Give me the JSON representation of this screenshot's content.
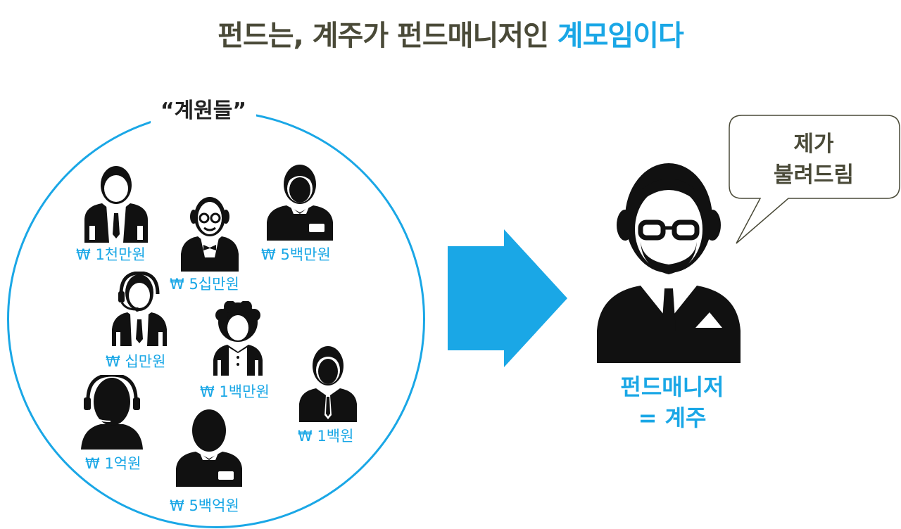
{
  "title": {
    "main": "펀드는, 계주가 펀드매니저인 ",
    "highlight": "계모임이다"
  },
  "group": {
    "label": "“계원들”"
  },
  "members": [
    {
      "amount": "₩ 1천만원"
    },
    {
      "amount": "₩ 5십만원"
    },
    {
      "amount": "₩ 5백만원"
    },
    {
      "amount": "₩ 십만원"
    },
    {
      "amount": "₩ 1백만원"
    },
    {
      "amount": "₩ 1억원"
    },
    {
      "amount": "₩ 1백원"
    },
    {
      "amount": "₩ 5백억원"
    }
  ],
  "manager": {
    "line1": "펀드매니저",
    "line2": "= 계주"
  },
  "speech_bubble": {
    "line1": "제가",
    "line2": "불려드림"
  },
  "colors": {
    "accent": "#1aa7e6",
    "title": "#4a4a38",
    "icon": "#111111"
  }
}
